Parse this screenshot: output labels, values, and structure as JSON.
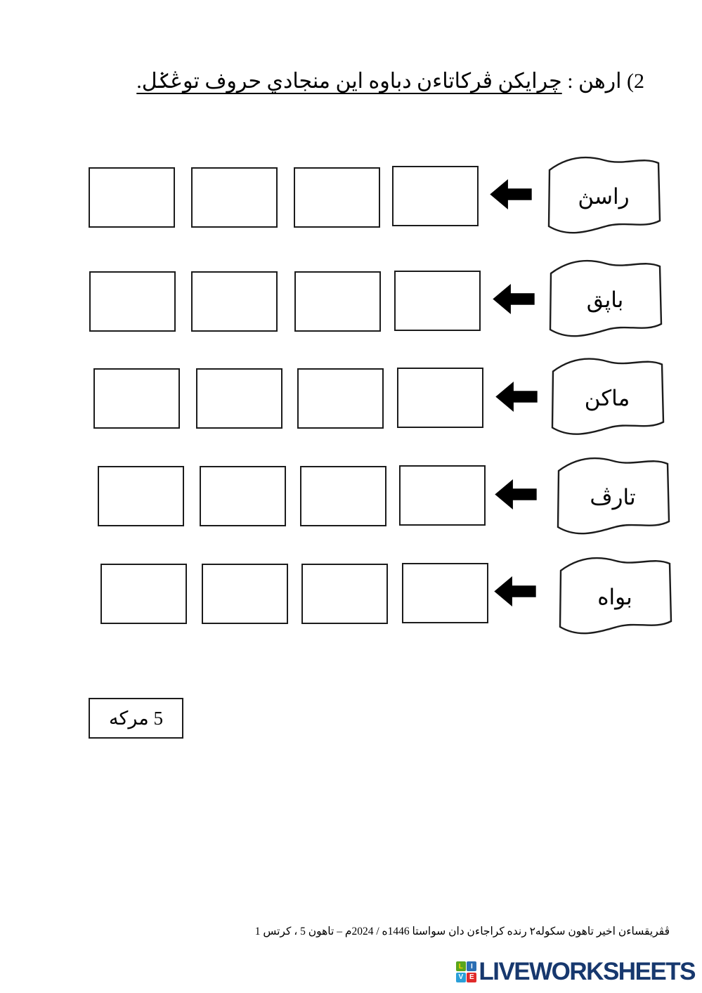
{
  "title": {
    "prefix": "2) ارهن : ",
    "underlined": "چرايكن ڤركاتاءن دباوه اين منجادي حروف توڠݢل."
  },
  "rows": [
    {
      "word": "راسڽ",
      "answer_boxes": 4
    },
    {
      "word": "باڽق",
      "answer_boxes": 4
    },
    {
      "word": "ماكن",
      "answer_boxes": 4
    },
    {
      "word": "تارڤ",
      "answer_boxes": 4
    },
    {
      "word": "بواه",
      "answer_boxes": 4
    }
  ],
  "marks_box": {
    "label": "5 مركه"
  },
  "footer": {
    "text": "ڤڤريقساءن اخير تاهون سكوله٢ رنده كراجاءن دان سواستا 1446ه / 2024م – تاهون 5 ، كرتس 1"
  },
  "logo": {
    "text": "LIVEWORKSHEETS",
    "text_color": "#17386e",
    "tiles": [
      {
        "letter": "L",
        "color": "#5aa61c",
        "letter_color": "#ffd400"
      },
      {
        "letter": "I",
        "color": "#2b6fb4",
        "letter_color": "#ffffff"
      },
      {
        "letter": "V",
        "color": "#2b9fd8",
        "letter_color": "#ffffff"
      },
      {
        "letter": "E",
        "color": "#e02a2a",
        "letter_color": "#ffffff"
      }
    ]
  },
  "colors": {
    "ink": "#000000",
    "paper": "#ffffff"
  }
}
